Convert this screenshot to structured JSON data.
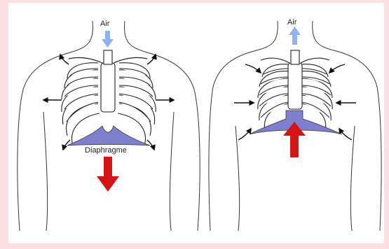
{
  "inspiration": {
    "air_label": "Air",
    "diaphragm_label": "Diaphragme"
  },
  "expiration": {
    "air_label": "Air"
  },
  "colors": {
    "background": "#fbdfe3",
    "diaphragm": "#7f7fd0",
    "big_arrow": "#d41515",
    "air_arrow": "#8db4f0",
    "outline": "#333333"
  }
}
